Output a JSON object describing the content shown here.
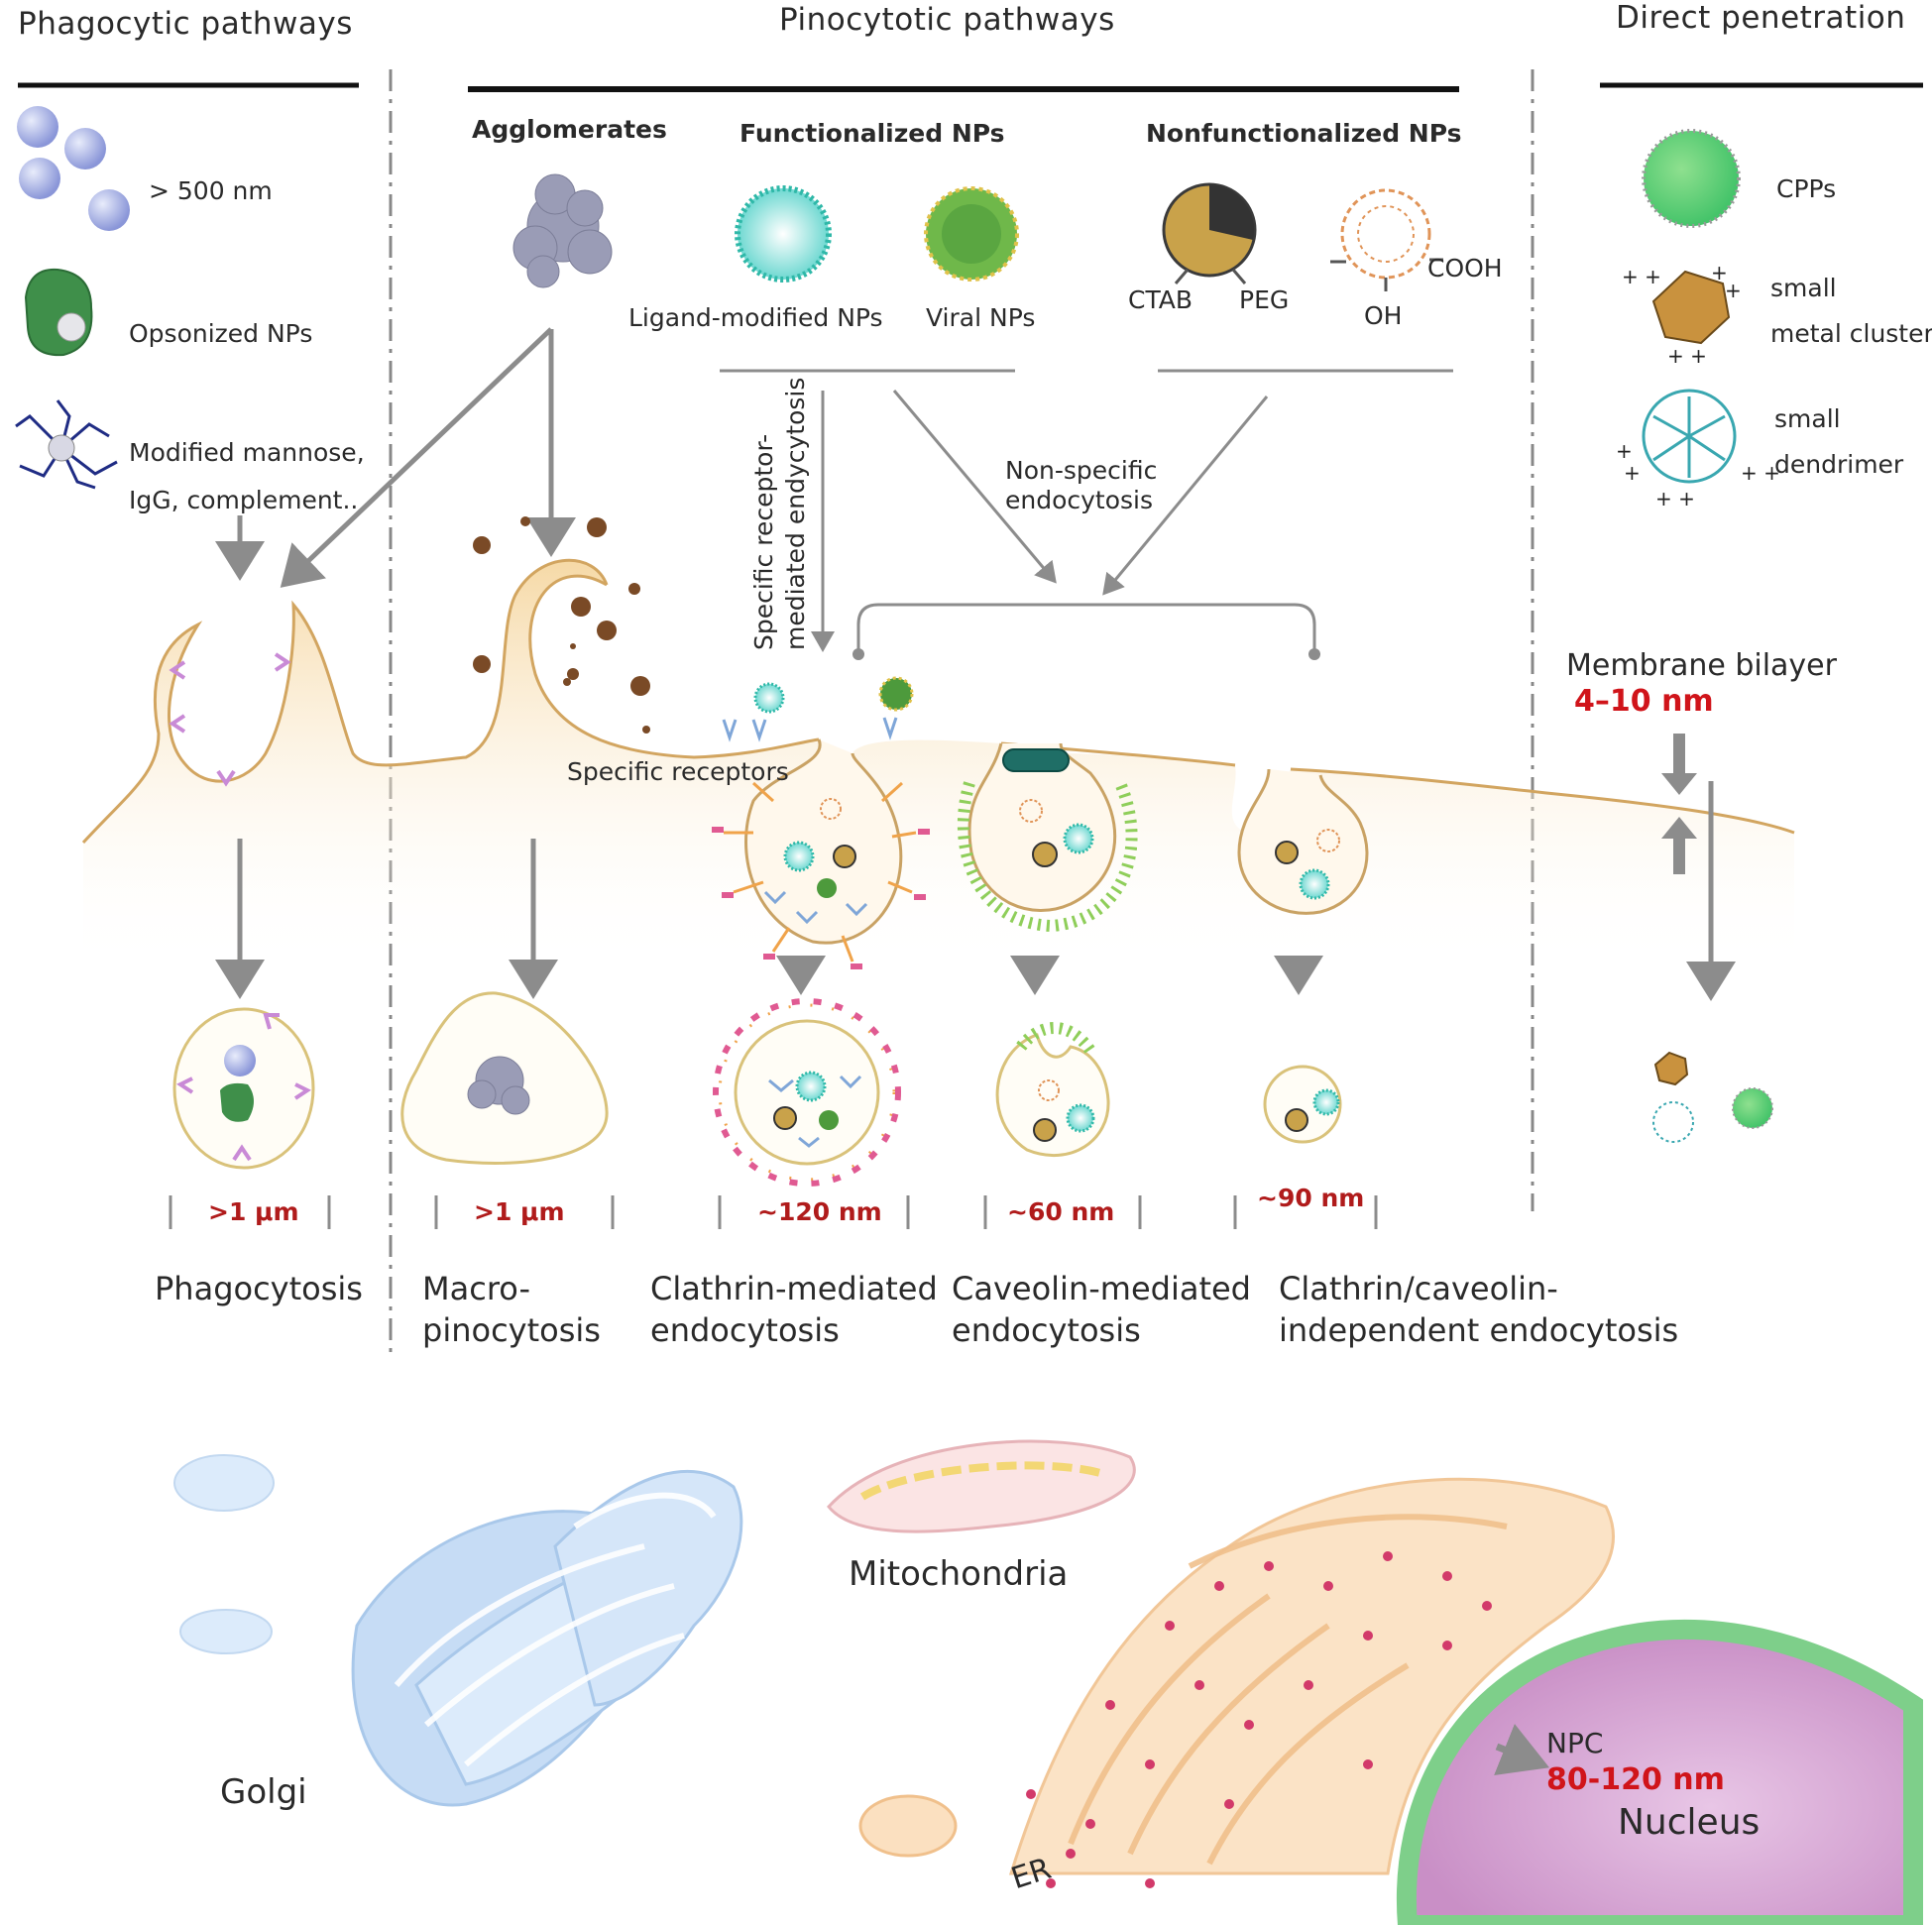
{
  "headers": {
    "phagocytic": "Phagocytic pathways",
    "pinocytotic": "Pinocytotic pathways",
    "direct": "Direct penetration"
  },
  "phagocytic_items": {
    "size": "> 500 nm",
    "opsonized": "Opsonized  NPs",
    "modified_line1": "Modified mannose,",
    "modified_line2": "IgG, complement.."
  },
  "pinocytotic_groups": {
    "agglomerates": "Agglomerates",
    "functionalized": "Functionalized NPs",
    "nonfunctionalized": "Nonfunctionalized NPs",
    "ligand_modified": "Ligand-modified NPs",
    "viral": "Viral NPs",
    "ctab": "CTAB",
    "peg": "PEG",
    "cooh": "COOH",
    "oh": "OH",
    "specific_line1": "Specific receptor-",
    "specific_line2": "mediated endycytosis",
    "nonspecific_line1": "Non-specific",
    "nonspecific_line2": "endocytosis",
    "receptors": "Specific receptors"
  },
  "direct_items": {
    "cpps": "CPPs",
    "metal_line1": "small",
    "metal_line2": "metal cluster",
    "dendrimer_line1": "small",
    "dendrimer_line2": "dendrimer",
    "membrane": "Membrane bilayer",
    "membrane_size": "4–10 nm"
  },
  "sizes": {
    "phago": ">1 μm",
    "macro": ">1 μm",
    "clathrin": "~120 nm",
    "caveolin": "~60 nm",
    "independent": "~90 nm"
  },
  "captions": {
    "phago": "Phagocytosis",
    "macro_line1": "Macro-",
    "macro_line2": "pinocytosis",
    "clathrin_line1": "Clathrin-mediated",
    "clathrin_line2": "endocytosis",
    "caveolin_line1": "Caveolin-mediated",
    "caveolin_line2": "endocytosis",
    "independent_line1": "Clathrin/caveolin-",
    "independent_line2": "independent endocytosis"
  },
  "organelles": {
    "mitochondria": "Mitochondria",
    "golgi": "Golgi",
    "er": "ER",
    "npc": "NPC",
    "npc_size": "80-120 nm",
    "nucleus": "Nucleus"
  },
  "colors": {
    "membrane_fill": "#f6dcaa",
    "membrane_edge": "#d2a560",
    "arrow": "#8c8c8c",
    "size_red": "#b01b1b",
    "golgi": "#bcd6f2",
    "er": "#f6c99a",
    "nucleus": "#d9a4d6",
    "nuclear_envelope": "#7ecf8a"
  }
}
